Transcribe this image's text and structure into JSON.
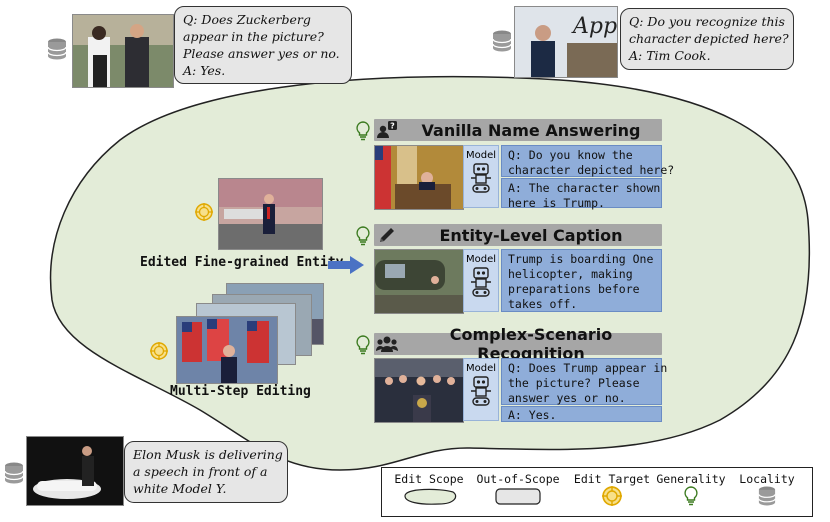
{
  "top_left_bubble": {
    "lines": [
      "Q: Does Zuckerberg",
      "appear in the picture?",
      "Please answer yes or no.",
      "A: Yes."
    ]
  },
  "top_right_bubble": {
    "lines": [
      "Q: Do you recognize this",
      "character depicted here?",
      "A: Tim Cook."
    ],
    "photo_text": "Apple"
  },
  "bottom_left_bubble": {
    "lines": [
      "Elon Musk is delivering",
      "a speech in front of a",
      "white Model Y."
    ]
  },
  "left_labels": {
    "edited_entity": "Edited Fine-grained Entity",
    "multi_step": "Multi-Step Editing"
  },
  "model_label": "Model",
  "sections": [
    {
      "title": "Vanilla Name Answering",
      "icon": "person-question-icon",
      "qa": [
        [
          "Q: Do you know the",
          "character depicted here?"
        ],
        [
          "A: The character shown",
          "here is Trump."
        ]
      ]
    },
    {
      "title": "Entity-Level Caption",
      "icon": "pencil-icon",
      "qa": [
        [
          "Trump is boarding One",
          "helicopter, making",
          "preparations before",
          "takes off."
        ]
      ]
    },
    {
      "title": "Complex-Scenario Recognition",
      "icon": "group-icon",
      "qa": [
        [
          "Q: Does Trump appear in",
          "the picture? Please",
          "answer yes or no."
        ],
        [
          "A: Yes."
        ]
      ]
    }
  ],
  "legend": {
    "edit_scope": "Edit Scope",
    "out_of_scope": "Out-of-Scope",
    "edit_target": "Edit Target",
    "generality": "Generality",
    "locality": "Locality"
  },
  "colors": {
    "edit_scope_fill": "#e3ecd8",
    "header_gray": "#a6a6a6",
    "qa_blue": "#8fadd9",
    "model_blue": "#c9d9ef",
    "target_yellow": "#f2c21b",
    "arrow_blue": "#4a72c4"
  }
}
